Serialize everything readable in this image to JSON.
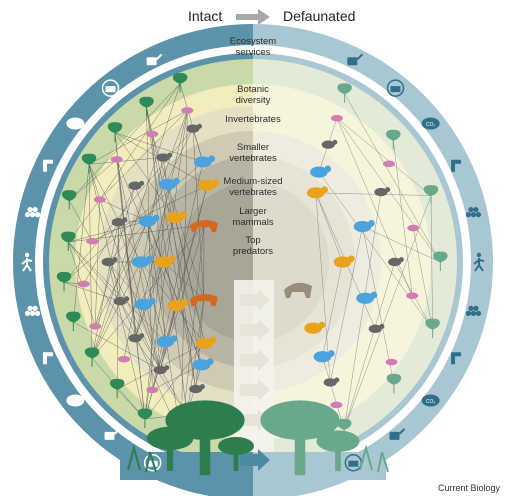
{
  "header": {
    "left_label": "Intact",
    "right_label": "Defaunated",
    "arrow_icon": "arrow-right-icon"
  },
  "layers": [
    {
      "lines": [
        "Ecosystem",
        "services"
      ]
    },
    {
      "lines": [
        "Botanic",
        "diversity"
      ]
    },
    {
      "lines": [
        "Invertebrates"
      ]
    },
    {
      "lines": [
        "Smaller",
        "vertebrates"
      ]
    },
    {
      "lines": [
        "Medium-sized",
        "vertebrates"
      ]
    },
    {
      "lines": [
        "Larger",
        "mammals"
      ]
    },
    {
      "lines": [
        "Top",
        "predators"
      ]
    }
  ],
  "ring_icons_left": [
    "water-can-icon",
    "basket-icon",
    "co2-cloud-icon",
    "water-tap-icon",
    "timber-icon",
    "hiker-icon",
    "timber-icon",
    "water-tap-icon",
    "co2-cloud-icon",
    "water-can-icon",
    "basket-icon"
  ],
  "ring_icons_right": [
    "water-can-icon",
    "basket-icon",
    "co2-cloud-icon",
    "water-tap-icon",
    "timber-icon",
    "hiker-icon",
    "timber-icon",
    "water-tap-icon",
    "co2-cloud-icon",
    "water-can-icon",
    "basket-icon"
  ],
  "colors": {
    "ring_left": "#5d93aa",
    "ring_right": "#a9c7d2",
    "botanic_left": "#c9d9a8",
    "botanic_right": "#e3ead6",
    "invert_left": "#f3edbd",
    "invert_right": "#f7f4dc",
    "small_vert_left": "#e4e0c3",
    "medium_left": "#cfcab3",
    "larger_left": "#b9b5a5",
    "top_left": "#a9a597",
    "plant_green": "#2e8b57",
    "plant_right": "#6aa88b",
    "invertebrate": "#d07db6",
    "small_vertebrate": "#666666",
    "medium_vertebrate": "#4aa3dc",
    "larger_mammal": "#e8a21c",
    "top_predator": "#d2691e"
  },
  "credit": "Current Biology"
}
